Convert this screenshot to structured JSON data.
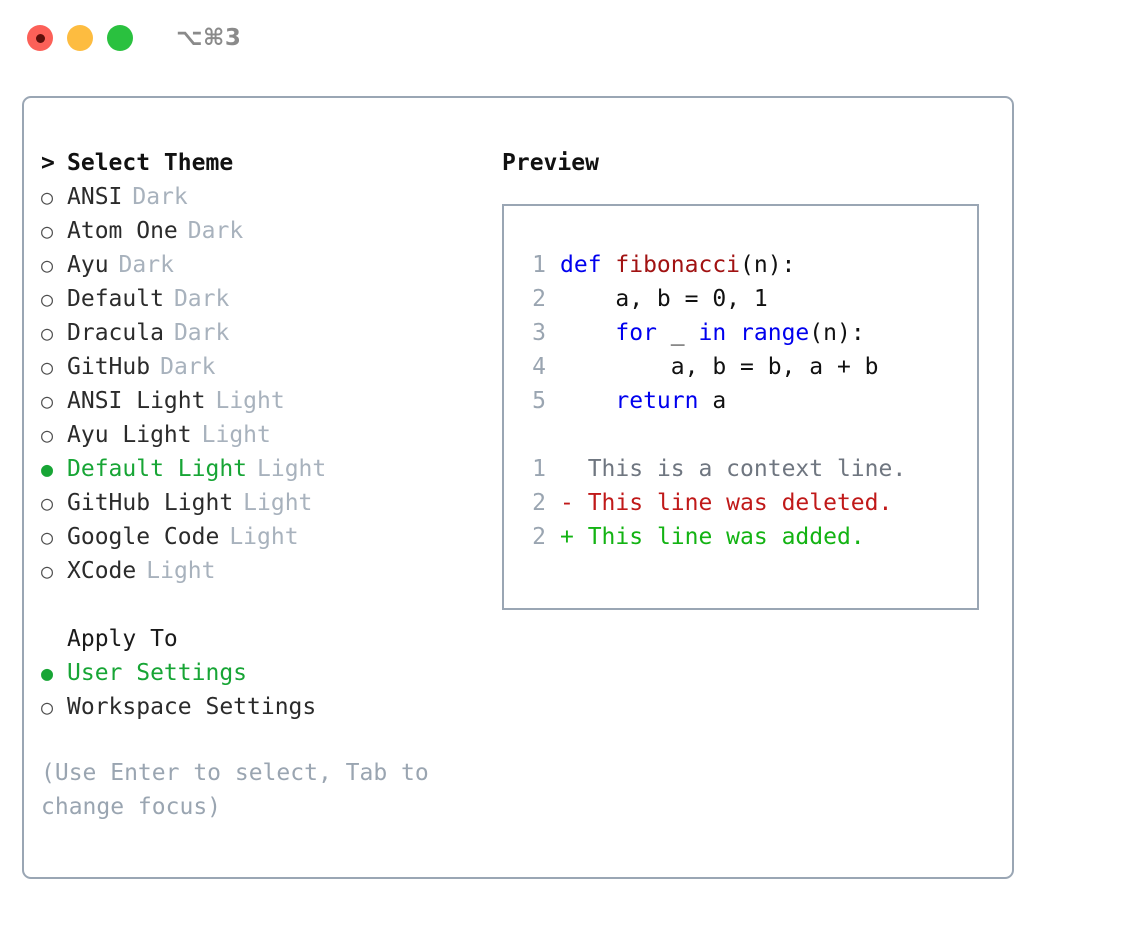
{
  "titlebar": {
    "shortcut": "⌥⌘3",
    "lights": [
      {
        "name": "close",
        "color": "#fc6058"
      },
      {
        "name": "minimize",
        "color": "#fdbc40"
      },
      {
        "name": "maximize",
        "color": "#2ac13f"
      }
    ]
  },
  "theme_picker": {
    "heading": "Select Theme",
    "caret": ">",
    "bullet_unselected": "○",
    "bullet_selected": "●",
    "items": [
      {
        "label": "ANSI",
        "tag": "Dark",
        "selected": false
      },
      {
        "label": "Atom One",
        "tag": "Dark",
        "selected": false
      },
      {
        "label": "Ayu",
        "tag": "Dark",
        "selected": false
      },
      {
        "label": "Default",
        "tag": "Dark",
        "selected": false
      },
      {
        "label": "Dracula",
        "tag": "Dark",
        "selected": false
      },
      {
        "label": "GitHub",
        "tag": "Dark",
        "selected": false
      },
      {
        "label": "ANSI Light",
        "tag": "Light",
        "selected": false
      },
      {
        "label": "Ayu Light",
        "tag": "Light",
        "selected": false
      },
      {
        "label": "Default Light",
        "tag": "Light",
        "selected": true
      },
      {
        "label": "GitHub Light",
        "tag": "Light",
        "selected": false
      },
      {
        "label": "Google Code",
        "tag": "Light",
        "selected": false
      },
      {
        "label": "XCode",
        "tag": "Light",
        "selected": false
      }
    ]
  },
  "apply_to": {
    "heading": "Apply To",
    "options": [
      {
        "label": "User Settings",
        "selected": true
      },
      {
        "label": "Workspace Settings",
        "selected": false
      }
    ]
  },
  "hint": "(Use Enter to select, Tab to change focus)",
  "preview": {
    "title": "Preview",
    "code_lines": [
      {
        "no": "1",
        "tokens": [
          {
            "t": "def ",
            "c": "kw"
          },
          {
            "t": "fibonacci",
            "c": "fn"
          },
          {
            "t": "(n):",
            "c": "plain"
          }
        ]
      },
      {
        "no": "2",
        "tokens": [
          {
            "t": "    a, b = 0, 1",
            "c": "plain"
          }
        ]
      },
      {
        "no": "3",
        "tokens": [
          {
            "t": "    ",
            "c": "plain"
          },
          {
            "t": "for",
            "c": "kw"
          },
          {
            "t": " _ ",
            "c": "plain"
          },
          {
            "t": "in",
            "c": "kw"
          },
          {
            "t": " ",
            "c": "plain"
          },
          {
            "t": "range",
            "c": "kw"
          },
          {
            "t": "(n):",
            "c": "plain"
          }
        ]
      },
      {
        "no": "4",
        "tokens": [
          {
            "t": "        a, b = b, a + b",
            "c": "plain"
          }
        ]
      },
      {
        "no": "5",
        "tokens": [
          {
            "t": "    ",
            "c": "plain"
          },
          {
            "t": "return",
            "c": "kw"
          },
          {
            "t": " a",
            "c": "plain"
          }
        ]
      }
    ],
    "diff_lines": [
      {
        "no": "1",
        "marker": " ",
        "text": "This is a context line.",
        "kind": "diff-ctx"
      },
      {
        "no": "2",
        "marker": "-",
        "text": "This line was deleted.",
        "kind": "diff-del"
      },
      {
        "no": "2",
        "marker": "+",
        "text": "This line was added.",
        "kind": "diff-add"
      }
    ]
  },
  "colors": {
    "accent_green": "#17a535",
    "border": "#9aa6b4",
    "muted": "#a8b2bd",
    "keyword": "#0000ee",
    "function": "#a11212",
    "diff_added": "#13b313",
    "diff_deleted": "#c01919"
  }
}
